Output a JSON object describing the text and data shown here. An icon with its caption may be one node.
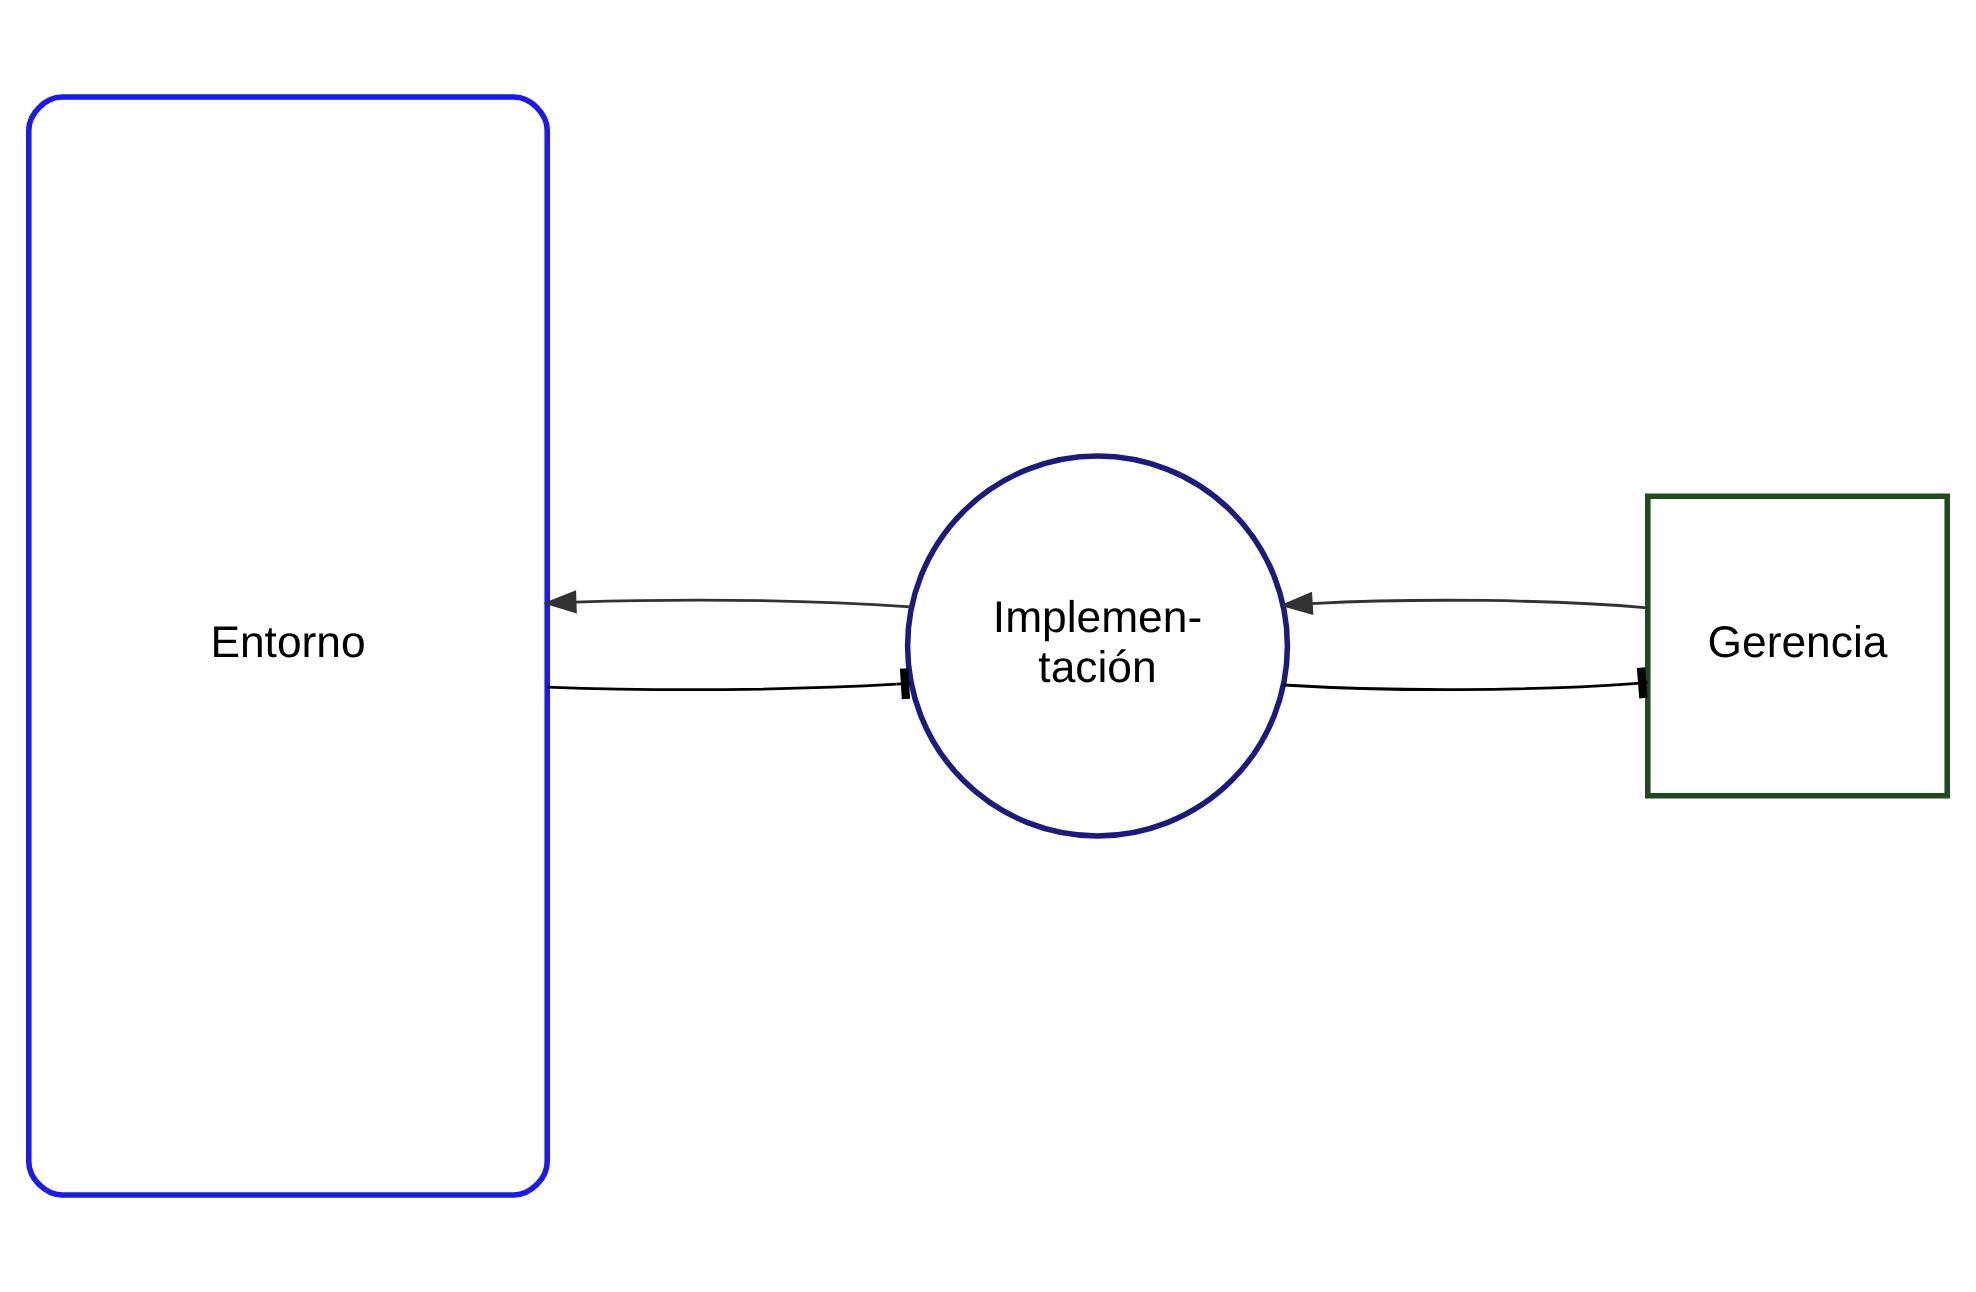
{
  "diagram": {
    "nodes": [
      {
        "text": [
          "Entorno"
        ]
      },
      {
        "text": [
          "Implemen- tación"
        ]
      },
      {
        "text": [
          "Gerencia"
        ]
      }
    ],
    "edges": [
      {
        "from": 0,
        "to": 1,
        "arrow": "other"
      },
      {
        "from": 1,
        "to": 0,
        "arrow": "to"
      },
      {
        "from": 1,
        "to": 2,
        "arrow": "other"
      },
      {
        "from": 2,
        "to": 1,
        "arrow": "to"
      }
    ]
  }
}
